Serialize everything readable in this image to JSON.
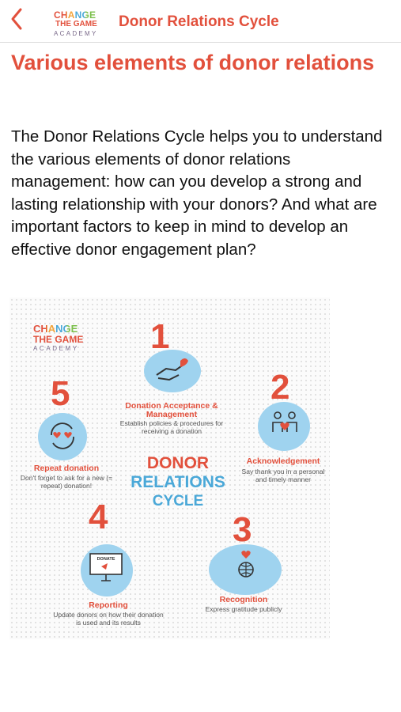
{
  "header": {
    "logo": {
      "line1": "CHANGE",
      "line2": "THE GAME",
      "line3": "ACADEMY"
    },
    "title": "Donor Relations Cycle"
  },
  "main": {
    "title": "Various elements of donor relations",
    "intro": "The Donor Relations Cycle helps you to understand the various elements of donor relations management: how can you develop a strong and lasting relationship with your donors? And what are important factors to keep in mind to develop an effective donor engagement plan?"
  },
  "infographic": {
    "logo": {
      "line1": "CHANGE",
      "line2": "THE GAME",
      "line3": "ACADEMY"
    },
    "center": {
      "line1": "DONOR",
      "line2": "RELATIONS",
      "line3": "CYCLE"
    },
    "steps": [
      {
        "number": "1",
        "title": "Donation Acceptance & Management",
        "desc": "Establish policies & procedures for receiving a donation",
        "icon": "handshake-icon"
      },
      {
        "number": "2",
        "title": "Acknowledgement",
        "desc": "Say thank you in a personal and timely manner",
        "icon": "people-heart-icon"
      },
      {
        "number": "3",
        "title": "Recognition",
        "desc": "Express gratitude publicly",
        "icon": "globe-heart-icon"
      },
      {
        "number": "4",
        "title": "Reporting",
        "desc": "Update donors on how their donation is used and its results",
        "icon": "donate-monitor-icon"
      },
      {
        "number": "5",
        "title": "Repeat donation",
        "desc": "Don't forget to ask for a new (= repeat) donation!",
        "icon": "cycle-hearts-icon",
        "monitor_text": "DONATE"
      }
    ]
  },
  "colors": {
    "accent": "#e2503c",
    "blue": "#4aa8d8",
    "light_blue": "#9fd3ef"
  }
}
